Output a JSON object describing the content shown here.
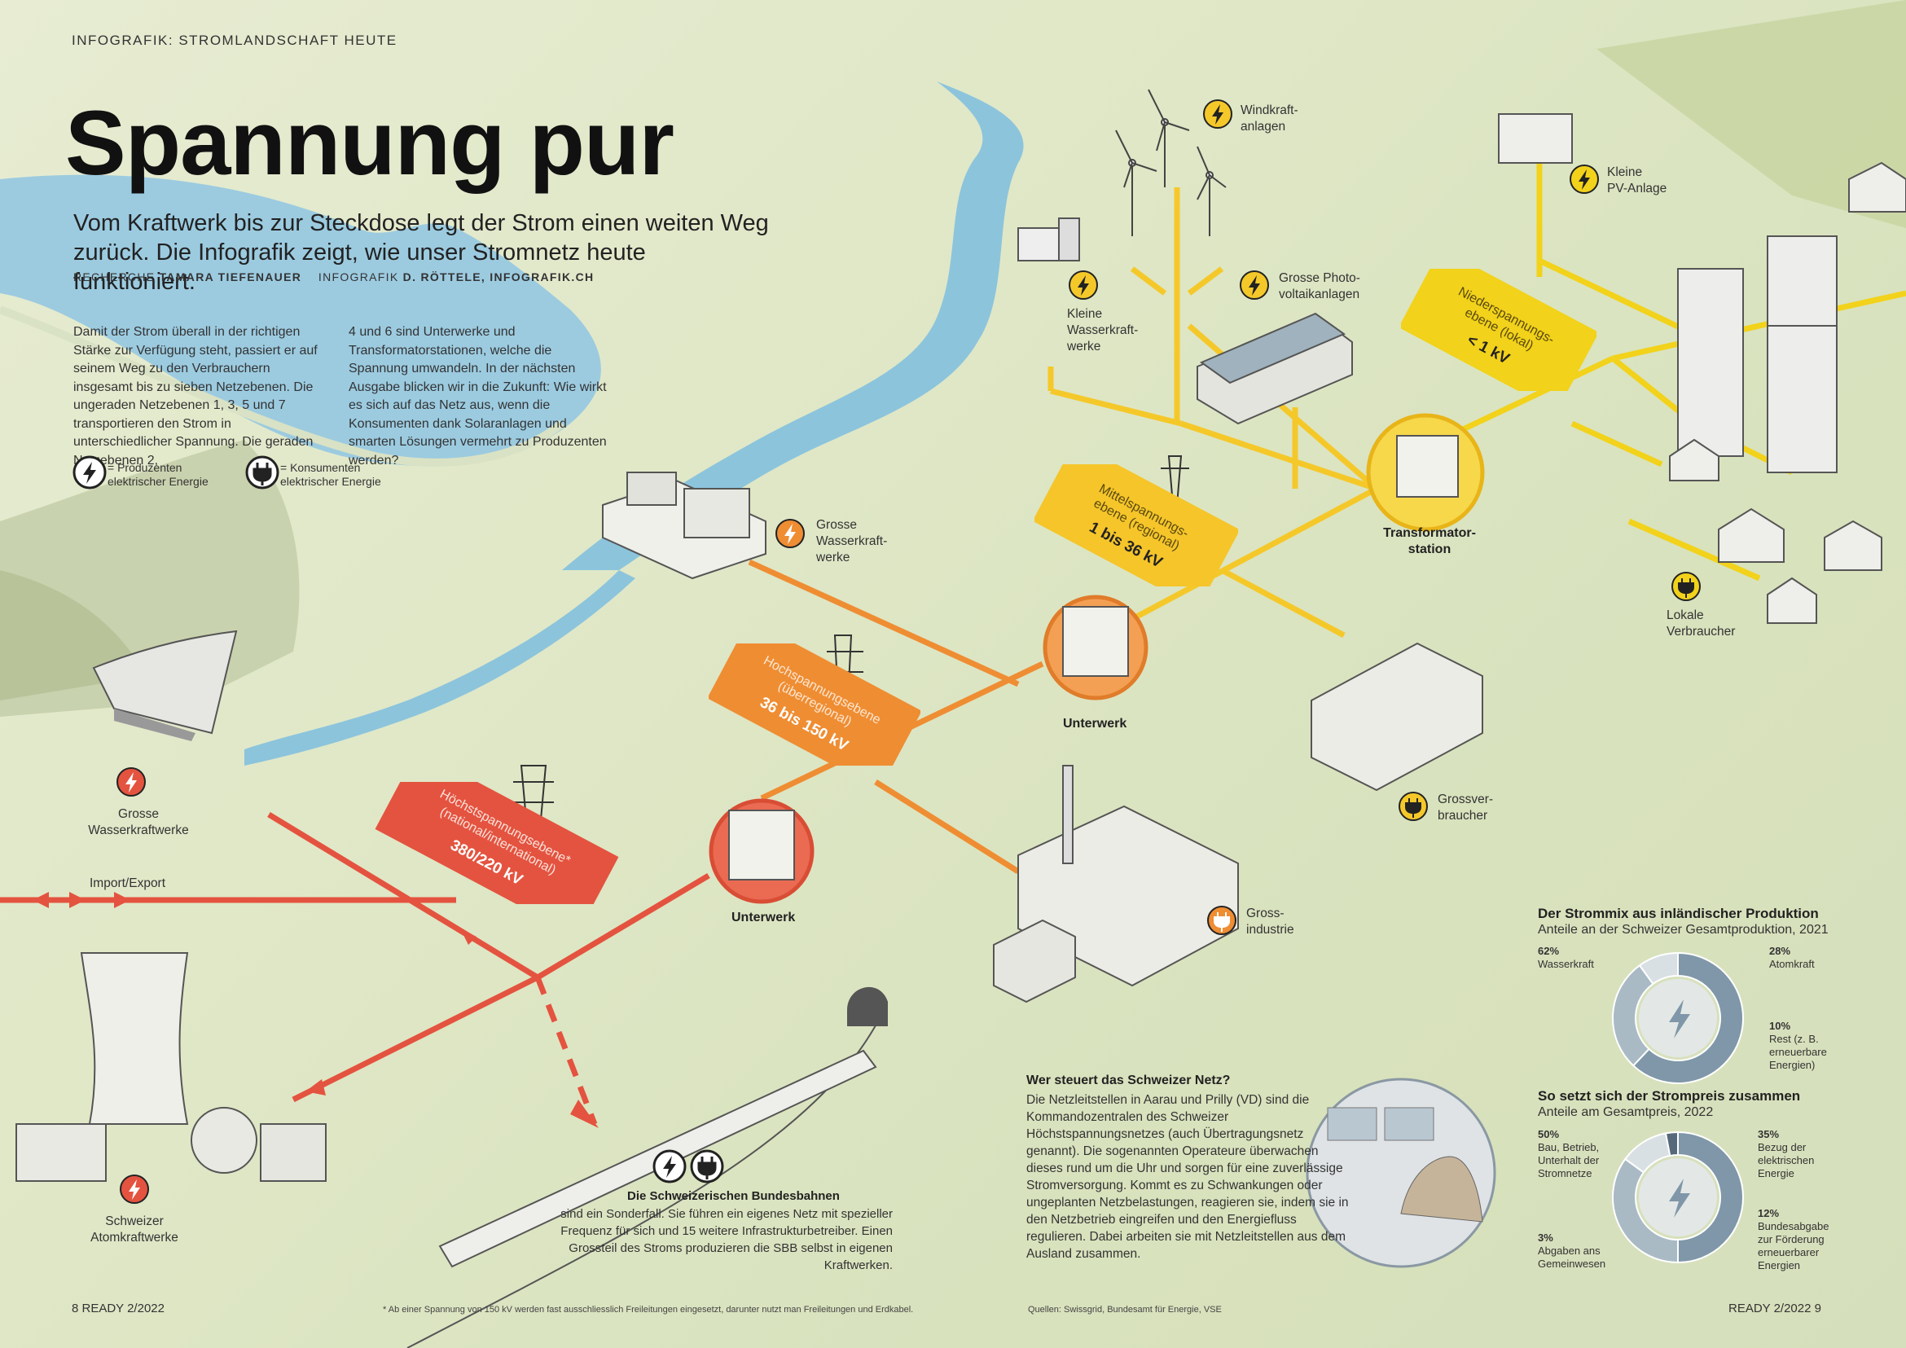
{
  "header": {
    "kicker": "INFOGRAFIK: STROMLANDSCHAFT HEUTE",
    "title": "Spannung pur",
    "lead": "Vom Kraftwerk bis zur Steckdose legt der Strom einen weiten Weg zurück. Die Infografik zeigt, wie unser Stromnetz heute funktioniert.",
    "credits": {
      "research_label": "RECHERCHE",
      "research_name": "TAMARA TIEFENAUER",
      "graphic_label": "INFOGRAFIK",
      "graphic_name": "D. RÖTTELE, INFOGRAFIK.CH"
    }
  },
  "intro": {
    "col1": "Damit der Strom überall in der richtigen Stärke zur Verfügung steht, passiert er auf seinem Weg zu den Verbrauchern insgesamt bis zu sieben Netzebenen. Die ungeraden Netzebenen 1, 3, 5 und 7 transportieren den Strom in unterschiedlicher Spannung. Die geraden Netzebenen 2,",
    "col2": "4 und 6 sind Unterwerke und Transformatorstationen, welche die Spannung umwandeln. In der nächsten Ausgabe blicken wir in die Zukunft: Wie wirkt es sich auf das Netz aus, wenn die Konsumenten dank Solaranlagen und smarten Lösungen vermehrt zu Produzenten werden?"
  },
  "legend": {
    "producers": "= Produzenten elektrischer Energie",
    "consumers": "= Konsumenten elektrischer Energie",
    "producer_icon": "lightning-icon",
    "consumer_icon": "plug-icon"
  },
  "labels": {
    "wind": "Windkraft-\nanlagen",
    "small_pv": "Kleine\nPV-Anlage",
    "large_pv": "Grosse Photo-\nvoltaikanlagen",
    "small_hydro": "Kleine\nWasserkraft-\nwerke",
    "large_hydro_river": "Grosse\nWasserkraft-\nwerke",
    "large_hydro_dam": "Grosse\nWasserkraftwerke",
    "import_export": "Import/Export",
    "transformer_station": "Transformator-\nstation",
    "substation_1": "Unterwerk",
    "substation_2": "Unterwerk",
    "local_consumers": "Lokale\nVerbraucher",
    "large_consumer": "Grossver-\nbraucher",
    "large_industry": "Gross-\nindustrie",
    "nuclear": "Schweizer\nAtomkraftwerke"
  },
  "levels": {
    "low": {
      "name": "Niederspannungs-\nebene (lokal)",
      "value": "< 1 kV",
      "color": "#f2d21a"
    },
    "medium": {
      "name": "Mittelspannungs-\nebene (regional)",
      "value": "1 bis 36 kV",
      "color": "#f5c52a"
    },
    "high": {
      "name": "Hochspannungsebene\n(überregional)",
      "value": "36 bis 150 kV",
      "color": "#ef8d33"
    },
    "extra_high": {
      "name": "Höchstspannungsebene*\n(national/international)",
      "value": "380/220 kV",
      "color": "#e4533f"
    }
  },
  "sbb": {
    "title": "Die Schweizerischen Bundesbahnen",
    "text": "sind ein Sonderfall. Sie führen ein eigenes Netz mit spezieller Frequenz für sich und 15 weitere Infrastrukturbetreiber. Einen Grossteil des Stroms produzieren die SBB selbst in eigenen Kraftwerken."
  },
  "control": {
    "title": "Wer steuert das Schweizer Netz?",
    "text": "Die Netzleitstellen in Aarau und Prilly (VD) sind die Kommandozentralen des Schweizer Höchstspannungsnetzes (auch Übertragungsnetz genannt). Die sogenannten Operateure überwachen dieses rund um die Uhr und sorgen für eine zuverlässige Stromversorgung. Kommt es zu Schwankungen oder ungeplanten Netzbelastungen, reagieren sie, indem sie in den Netzbetrieb eingreifen und den Energiefluss regulieren. Dabei arbeiten sie mit Netzleitstellen aus dem Ausland zusammen."
  },
  "strommix": {
    "title": "Der Strommix aus inländischer Produktion",
    "subtitle": "Anteile an der Schweizer Gesamtproduktion, 2021",
    "slices": [
      {
        "pct_label": "62%",
        "label": "Wasserkraft",
        "value": 62,
        "color": "#7f97a8"
      },
      {
        "pct_label": "28%",
        "label": "Atomkraft",
        "value": 28,
        "color": "#a9bac5"
      },
      {
        "pct_label": "10%",
        "label": "Rest (z. B. erneuerbare Energien)",
        "value": 10,
        "color": "#d9e0e4"
      }
    ]
  },
  "strompreis": {
    "title": "So setzt sich der Strompreis zusammen",
    "subtitle": "Anteile am Gesamtpreis, 2022",
    "slices": [
      {
        "pct_label": "50%",
        "label": "Bau, Betrieb, Unterhalt der Stromnetze",
        "value": 50,
        "color": "#7f97a8"
      },
      {
        "pct_label": "35%",
        "label": "Bezug der elektrischen Energie",
        "value": 35,
        "color": "#a9bac5"
      },
      {
        "pct_label": "12%",
        "label": "Bundesabgabe zur Förderung erneuerbarer Energien",
        "value": 12,
        "color": "#d9e0e4"
      },
      {
        "pct_label": "3%",
        "label": "Abgaben ans Gemeinwesen",
        "value": 3,
        "color": "#55697a"
      }
    ]
  },
  "footer": {
    "left_folio": "8  READY  2/2022",
    "right_folio": "READY  2/2022  9",
    "footnote": "* Ab einer Spannung von 150 kV werden fast ausschliesslich Freileitungen eingesetzt, darunter nutzt man Freileitungen und Erdkabel.",
    "sources": "Quellen: Swissgrid, Bundesamt für Energie, VSE"
  },
  "colors": {
    "red": "#e4533f",
    "orange": "#ef8d33",
    "yellow": "#f5c82a",
    "water": "#8cc4dc"
  }
}
